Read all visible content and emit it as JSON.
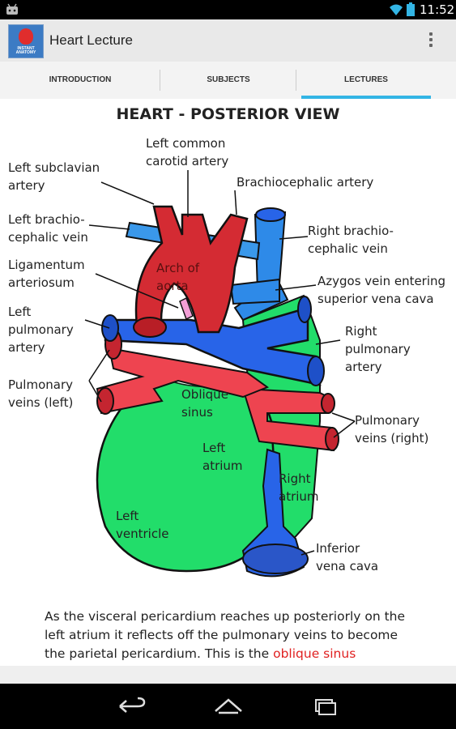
{
  "app": {
    "title": "Heart Lecture",
    "icon_text": "INSTANT ANATOMY"
  },
  "status": {
    "time": "11:52"
  },
  "tabs": [
    {
      "label": "INTRODUCTION"
    },
    {
      "label": "SUBJECTS"
    },
    {
      "label": "LECTURES"
    }
  ],
  "lecture": {
    "heading": "HEART - POSTERIOR VIEW",
    "labels": {
      "left_common_carotid": "Left common carotid artery",
      "left_subclavian": "Left subclavian artery",
      "brachiocephalic": "Brachiocephalic artery",
      "left_brachiocephalic_vein": "Left brachio- cephalic vein",
      "right_brachiocephalic_vein": "Right brachio- cephalic vein",
      "ligamentum": "Ligamentum arteriosum",
      "azygos": "Azygos vein entering superior vena cava",
      "left_pulmonary_artery": "Left pulmonary artery",
      "right_pulmonary_artery": "Right pulmonary artery",
      "pulmonary_veins_left": "Pulmonary veins (left)",
      "pulmonary_veins_right": "Pulmonary veins (right)",
      "arch_of_aorta": "Arch of aorta",
      "oblique_sinus": "Oblique sinus",
      "left_atrium": "Left atrium",
      "right_atrium": "Right atrium",
      "left_ventricle": "Left ventricle",
      "inferior_vena_cava": "Inferior vena cava"
    },
    "caption": {
      "text": "As the visceral pericardium reaches up posteriorly on the left atrium it reflects off the pulmonary veins to become the parietal pericardium. This is the ",
      "highlight": "oblique sinus"
    }
  },
  "colors": {
    "accent": "#33b5e5",
    "artery": "#e0323a",
    "vein": "#2864e8",
    "heart": "#22dd6a",
    "highlight": "#e02020"
  },
  "icons": {
    "status_left": "android-notification-icon",
    "wifi": "wifi-icon",
    "battery": "battery-icon",
    "overflow": "overflow-menu-icon",
    "back": "back-icon",
    "home": "home-icon",
    "recents": "recents-icon"
  }
}
